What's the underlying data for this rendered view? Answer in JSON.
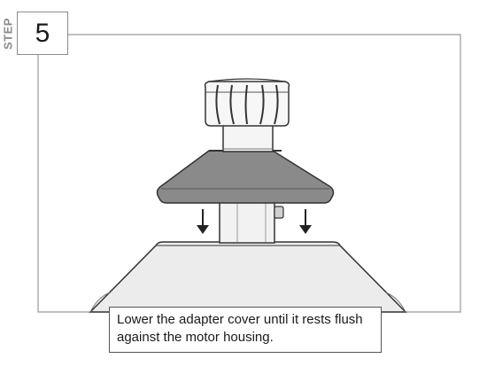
{
  "step": {
    "label": "STEP",
    "number": "5"
  },
  "caption": {
    "text": "Lower the adapter cover until it rests flush against the motor housing."
  },
  "colors": {
    "frame": "#9a9a9a",
    "outline": "#333333",
    "cover_fill": "#8a8a8a",
    "housing_fill": "#ececec",
    "collar_fill": "#f5f5f5"
  }
}
